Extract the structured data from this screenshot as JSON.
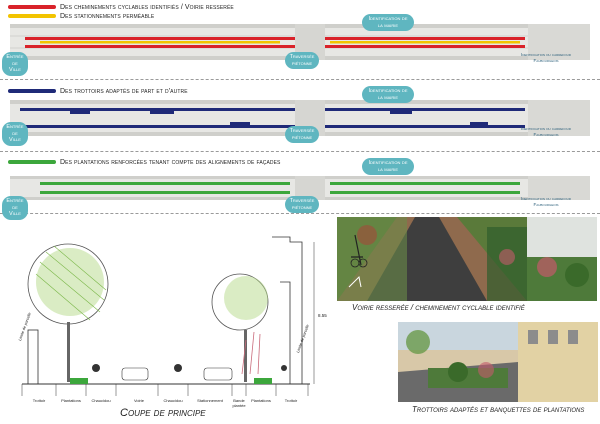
{
  "legends": [
    {
      "id": "l1",
      "color": "#d9222a",
      "text": "Des cheminements cyclables identifiés / Voirie resserée"
    },
    {
      "id": "l2",
      "color": "#f2c400",
      "text": "Des stationnements perméable"
    },
    {
      "id": "l3",
      "color": "#1f2a78",
      "text": "Des trottoirs adaptés de part et d'autre"
    },
    {
      "id": "l4",
      "color": "#3ca73c",
      "text": "Des plantations renforcées tenant compte des alignements de façades"
    }
  ],
  "plan_labels": {
    "entree": "Entrée de Ville",
    "traversee": "Traversée piétonne",
    "mairie": "Identification de la mairie",
    "carrefour": "Identification du carrefour Faubourgeois"
  },
  "section": {
    "caption": "Coupe de principe",
    "height_label": "8.55",
    "left_limit": "Limite de parcelle",
    "right_limit": "Limite de parcelle",
    "ground_labels": [
      "Trottoir",
      "Plantations",
      "Chaucidou",
      "Voirie",
      "Chaucidou",
      "Stationnement",
      "Bande plantée",
      "Plantations",
      "Trottoir"
    ]
  },
  "photos": {
    "top_caption": "Voirie resserée / cheminement cyclable identifié",
    "bottom_caption": "Trottoirs adaptés et banquettes de plantations"
  },
  "colors": {
    "teal": "#5fb6c0",
    "red": "#d9222a",
    "yellow": "#f2c400",
    "blue": "#1f2a78",
    "green": "#3ca73c"
  }
}
